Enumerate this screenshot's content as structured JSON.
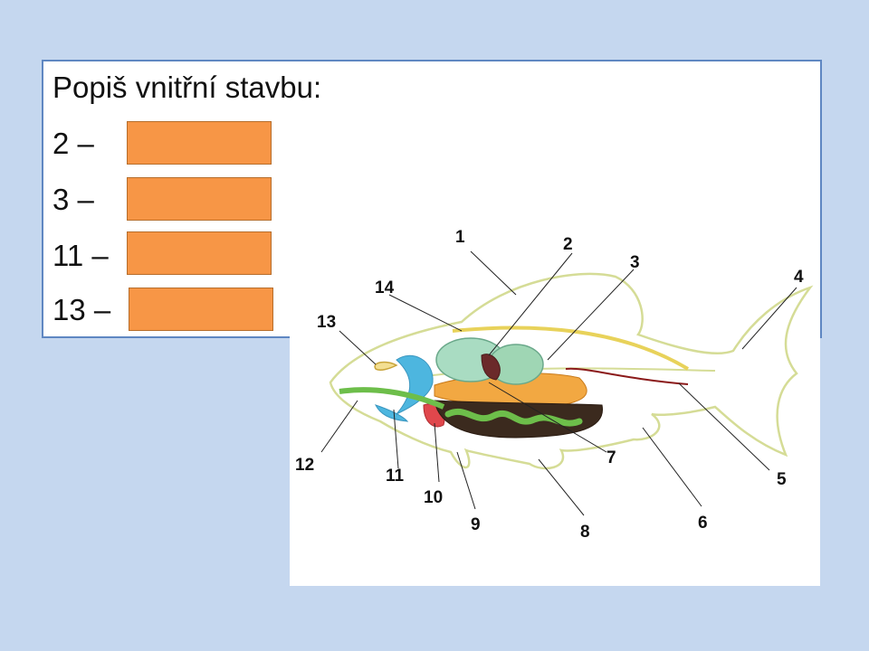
{
  "heading": "Popiš vnitřní stavbu:",
  "rows": [
    {
      "label": "2 –",
      "answer": ""
    },
    {
      "label": "3 –",
      "answer": ""
    },
    {
      "label": "11 –",
      "answer": ""
    },
    {
      "label": "13 –",
      "answer": ""
    }
  ],
  "diagram_labels": [
    "1",
    "2",
    "3",
    "4",
    "5",
    "6",
    "7",
    "8",
    "9",
    "10",
    "11",
    "12",
    "13",
    "14"
  ],
  "colors": {
    "background": "#c5d7ef",
    "box_border": "#5f87c2",
    "answer_fill": "#f79646"
  }
}
